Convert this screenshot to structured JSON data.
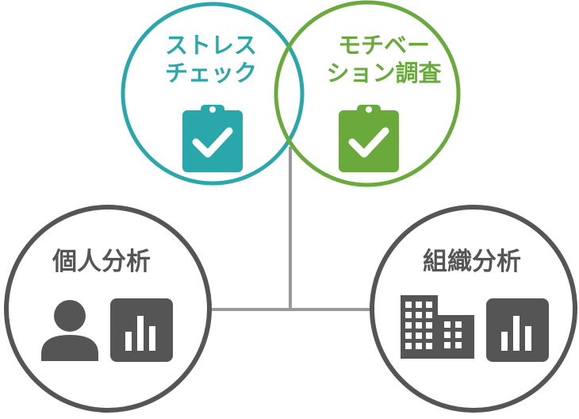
{
  "diagram": {
    "stress_check": {
      "label_line1": "ストレス",
      "label_line2": "チェック",
      "color": "#2aa7ab",
      "icon": "clipboard-check-icon"
    },
    "motivation_survey": {
      "label_line1": "モチベー",
      "label_line2": "ション調査",
      "color": "#6aaa3c",
      "icon": "clipboard-check-icon"
    },
    "individual_analysis": {
      "label": "個人分析",
      "color": "#555555",
      "icons": [
        "person-icon",
        "bar-chart-icon"
      ]
    },
    "organization_analysis": {
      "label": "組織分析",
      "color": "#555555",
      "icons": [
        "building-icon",
        "bar-chart-icon"
      ]
    },
    "connector_color": "#999999"
  }
}
